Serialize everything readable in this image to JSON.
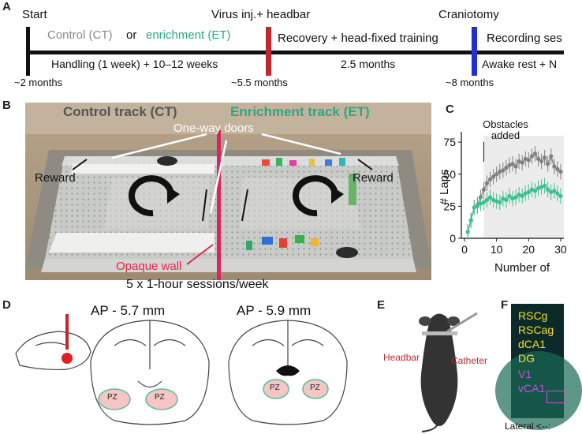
{
  "panels": {
    "a": "A",
    "b": "B",
    "c": "C",
    "d": "D",
    "e": "E",
    "f": "F"
  },
  "timeline": {
    "start": "Start",
    "virus": "Virus inj.+ headbar",
    "craniotomy": "Craniotomy",
    "ct_label": "Control (CT)",
    "or_label": "or",
    "et_label": "enrichment (ET)",
    "recovery": "Recovery + head-fixed training",
    "recording": "Recording ses",
    "handling": "Handling (1 week) + 10–12 weeks",
    "two_five": "2.5 months",
    "awake": "Awake rest + N",
    "age1": "~2 months",
    "age2": "~5.5 months",
    "age3": "~8 months",
    "colors": {
      "ct": "#8a8a8a",
      "et": "#2aa884",
      "virus_bar": "#c0282e",
      "cranio_bar": "#1f2fd6"
    }
  },
  "photo": {
    "ct_title": "Control track (CT)",
    "et_title": "Enrichment track (ET)",
    "one_way": "One-way doors",
    "reward_left": "Reward",
    "reward_right": "Reward",
    "opaque": "Opaque wall",
    "sessions": "5 x 1-hour sessions/week",
    "colors": {
      "ct_title": "#555555",
      "et_title": "#2aa884",
      "opaque": "#e0284a"
    }
  },
  "chart_data": {
    "type": "line",
    "ylabel": "# Laps",
    "xlabel": "Number of",
    "annotation": "Obstacles added",
    "annotation_x": 6,
    "yticks": [
      0,
      25,
      50,
      75
    ],
    "xticks": [
      0,
      10,
      20,
      30
    ],
    "ylim": [
      0,
      80
    ],
    "xlim": [
      -1,
      31
    ],
    "series": [
      {
        "color": "#808080",
        "x": [
          1,
          2,
          3,
          4,
          5,
          6,
          7,
          8,
          9,
          10,
          11,
          12,
          13,
          14,
          15,
          16,
          17,
          18,
          19,
          20,
          21,
          22,
          23,
          24,
          25,
          26,
          27,
          28,
          29,
          30
        ],
        "y": [
          5,
          14,
          24,
          26,
          32,
          38,
          43,
          46,
          48,
          50,
          52,
          53,
          55,
          57,
          58,
          56,
          60,
          59,
          62,
          61,
          64,
          66,
          62,
          60,
          63,
          58,
          64,
          56,
          54,
          52
        ]
      },
      {
        "color": "#3cc08f",
        "x": [
          1,
          2,
          3,
          4,
          5,
          6,
          7,
          8,
          9,
          10,
          11,
          12,
          13,
          14,
          15,
          16,
          17,
          18,
          19,
          20,
          21,
          22,
          23,
          24,
          25,
          26,
          27,
          28,
          29,
          30
        ],
        "y": [
          5,
          14,
          24,
          25,
          27,
          28,
          30,
          32,
          30,
          29,
          28,
          31,
          30,
          33,
          31,
          32,
          34,
          33,
          35,
          36,
          38,
          37,
          39,
          40,
          41,
          38,
          36,
          37,
          35,
          33
        ]
      }
    ]
  },
  "panel_d": {
    "ap1": "AP - 5.7 mm",
    "ap2": "AP - 5.9 mm",
    "pz": "PZ"
  },
  "panel_e": {
    "headbar": "Headbar",
    "catheter": "Catheter"
  },
  "panel_f": {
    "labels_yellow": [
      "RSCg",
      "RSCag",
      "dCA1",
      "DG"
    ],
    "labels_purple": [
      "V1",
      "vCA1"
    ],
    "lateral": "Lateral <--:"
  }
}
